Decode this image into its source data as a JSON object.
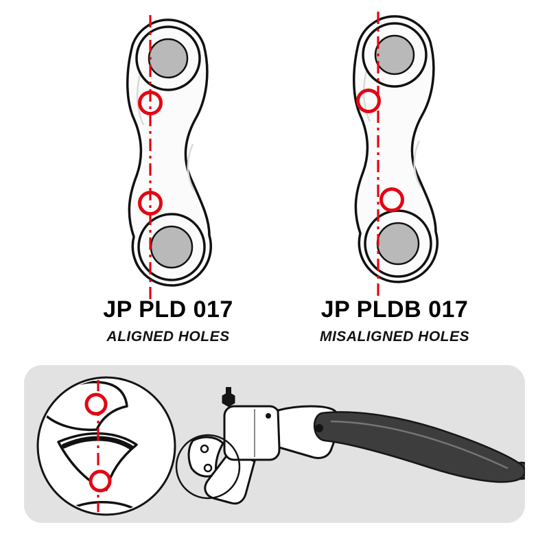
{
  "parts": {
    "left": {
      "title": "JP PLD 017",
      "subtitle": "ALIGNED HOLES"
    },
    "right": {
      "title": "JP PLDB 017",
      "subtitle": "MISALIGNED HOLES"
    }
  },
  "illustrations": {
    "left_diagram": "aligned-holes-bracket",
    "right_diagram": "misaligned-holes-bracket",
    "bottom_panel": "brake-lever-assembly-with-zoom-detail"
  },
  "colors": {
    "accent_red": "#e30613",
    "outline": "#111111",
    "part_fill": "#fbfbfb",
    "boss_gray": "#b9b9b9",
    "inner_line": "#d9d9d9",
    "panel_bg": "#e2e2e2",
    "lever_fill": "#3d3d3d",
    "background": "#ffffff"
  }
}
